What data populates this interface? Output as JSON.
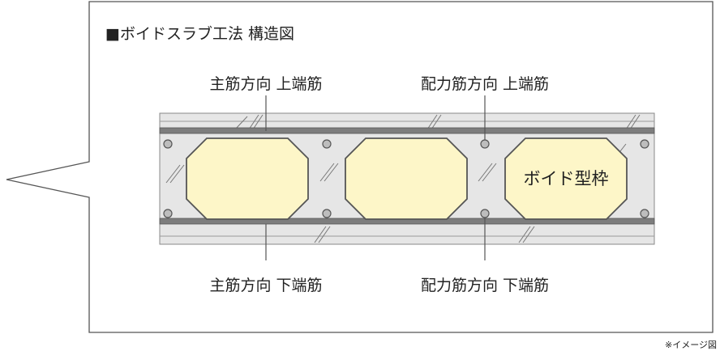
{
  "title": "■ボイドスラブ工法 構造図",
  "labels": {
    "main_top": "主筋方向 上端筋",
    "dist_top": "配力筋方向 上端筋",
    "main_bottom": "主筋方向 下端筋",
    "dist_bottom": "配力筋方向 下端筋",
    "void_form": "ボイド型枠"
  },
  "note": "※イメージ図",
  "colors": {
    "slab": "#e6e6e6",
    "bar": "#7d7d7d",
    "void_fill": "#fdf6c8",
    "outline": "#555555"
  }
}
